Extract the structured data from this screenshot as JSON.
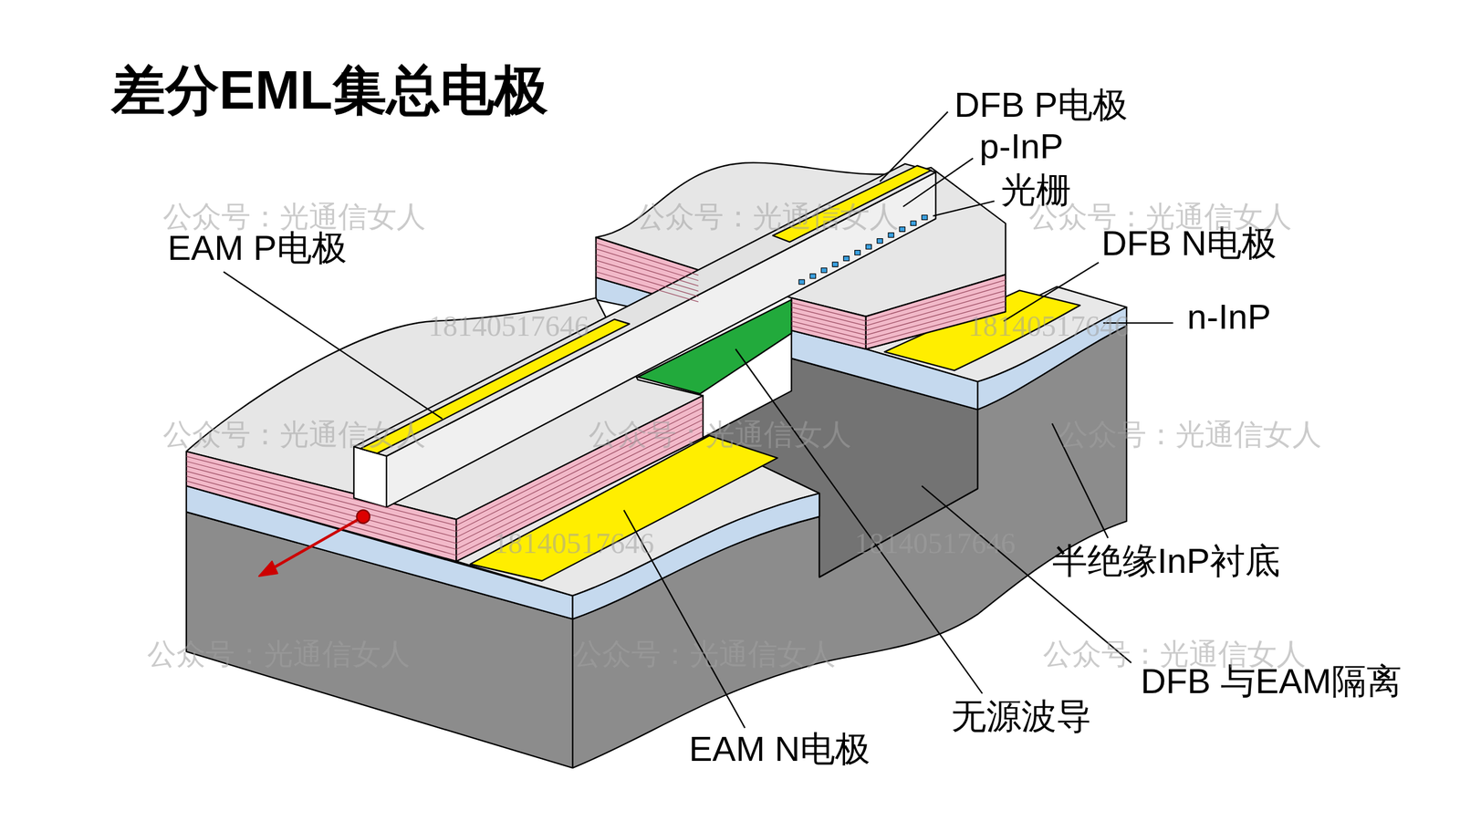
{
  "diagram": {
    "title": "差分EML集总电极",
    "labels": [
      "EAM P电极",
      "DFB P电极",
      "p-InP",
      "光栅",
      "DFB N电极",
      "n-InP",
      "半绝缘InP衬底",
      "DFB 与EAM隔离",
      "无源波导",
      "EAM N电极",
      "公众号：光通信女人",
      "公众号：光通信女人",
      "公众号：光通信女人",
      "公众号：光通信女人",
      "公众号：光通信女人",
      "公众号：光通信女人",
      "公众号：光通信女人",
      "公众号：光通信女人",
      "公众号：光通信女人",
      "18140517646",
      "18140517646",
      "18140517646",
      "18140517646"
    ]
  }
}
